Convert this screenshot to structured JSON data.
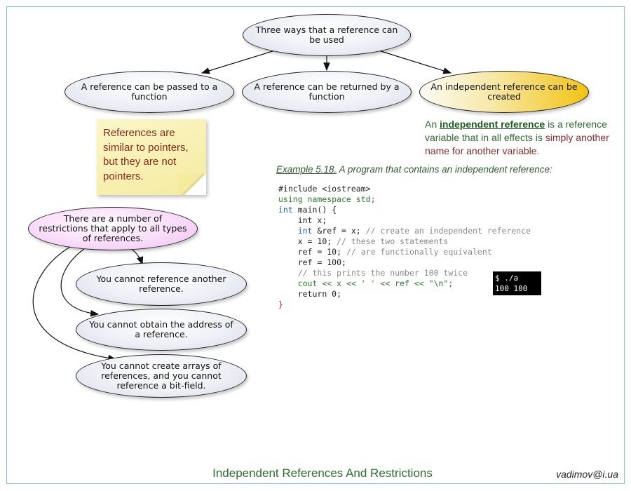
{
  "diagram": {
    "root": "Three ways that a reference can be used",
    "ways": [
      "A reference can be passed to a function",
      "A reference can be returned by a function",
      "An independent reference can be created"
    ],
    "sticky_note": "References are similar to pointers, but they are not pointers.",
    "restrictions_root": "There are a number of restrictions that apply to all types of references.",
    "restrictions": [
      "You cannot reference another reference.",
      "You cannot obtain the address of a reference.",
      "You cannot create arrays of references, and you cannot reference a bit-field."
    ]
  },
  "definition": {
    "prefix": "An",
    "term": "independent reference",
    "middle": "is a reference variable that in all effects is",
    "highlight": "simply another name for another variable",
    "suffix": "."
  },
  "example": {
    "label": "Example 5.18.",
    "title": "A program that contains an independent reference:",
    "code": {
      "include": "#include <iostream>",
      "using_kw": "using namespace",
      "using_ns": "std",
      "main_type": "int",
      "main_name": "main() {",
      "decl_x": "int x;",
      "ref_type": "int",
      "ref_name": "&ref = x;",
      "ref_comment": "// create an independent reference",
      "assign1": "x = 10;",
      "assign1_comment": "// these two statements",
      "assign2": "ref = 10;",
      "assign2_comment": "// are functionally equivalent",
      "assign3": "ref = 100;",
      "print_comment": "// this prints the number 100 twice",
      "cout_line": "cout << x << ' ' << ref << \"\\n\";",
      "return_line": "return 0;",
      "close": "}"
    },
    "terminal": [
      "$ ./a",
      "100 100"
    ]
  },
  "footer": {
    "title": "Independent References And Restrictions",
    "author": "vadimov@i.ua"
  }
}
